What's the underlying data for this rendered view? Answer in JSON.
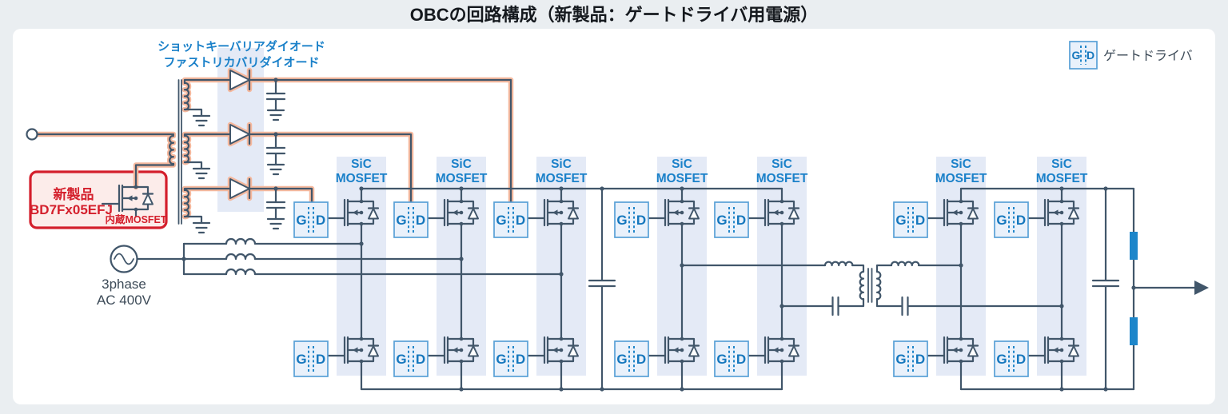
{
  "title": "OBCの回路構成（新製品：ゲートドライバ用電源）",
  "labels": {
    "diode_note_line1": "ショットキーバリアダイオード",
    "diode_note_line2": "ファストリカバリダイオード",
    "new_product_tag": "新製品",
    "new_product_part": "BD7Fx05EFJ",
    "new_product_sub": "内蔵MOSFET",
    "source_line1": "3phase",
    "source_line2": "AC 400V",
    "sic_line1": "SiC",
    "sic_line2": "MOSFET",
    "legend_gate_driver": "ゲートドライバ",
    "gd_g": "G",
    "gd_d": "D"
  },
  "colors": {
    "wire": "#41566a",
    "highlight_glow": "#f5b89d",
    "accent_blue": "#1b81c9",
    "band_blue": "#e4eaf6",
    "gd_fill": "#e9f1fb",
    "red": "#d41f2c",
    "battery_bar_blue": "#1d86ca",
    "background": "#eaeef1",
    "panel": "#ffffff"
  }
}
